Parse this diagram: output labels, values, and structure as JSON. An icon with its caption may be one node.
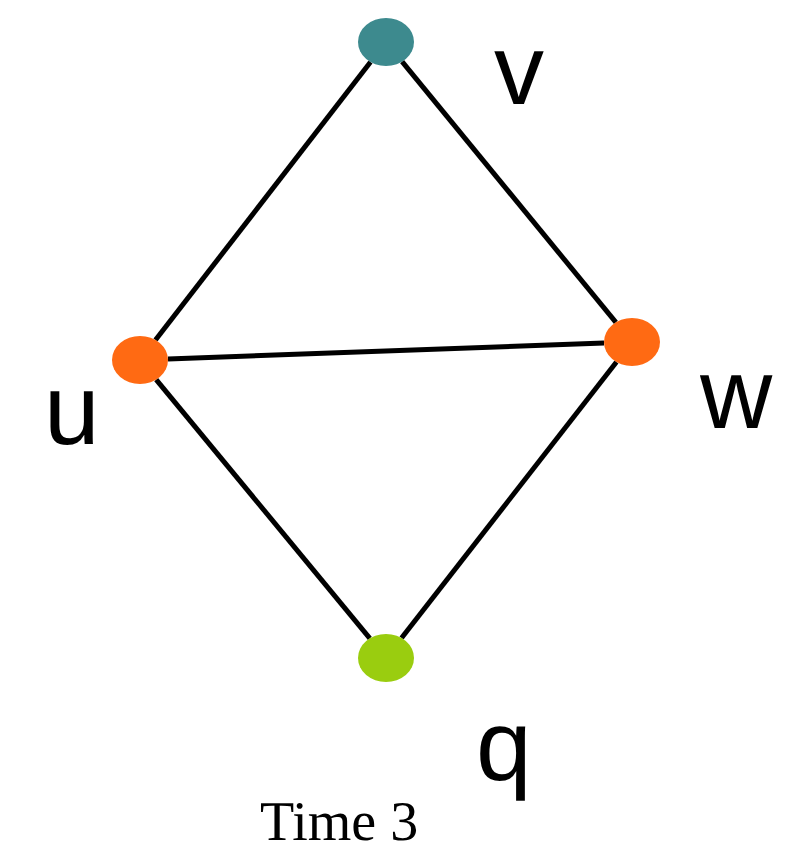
{
  "diagram": {
    "caption": "Time 3",
    "nodes": [
      {
        "text": [],
        "shape": "circle",
        "beside": [
          "v"
        ]
      },
      {
        "text": [],
        "shape": "circle",
        "beside": [
          "u"
        ]
      },
      {
        "text": [],
        "shape": "circle",
        "beside": [
          "w"
        ]
      },
      {
        "text": [],
        "shape": "circle",
        "beside": [
          "q"
        ]
      }
    ],
    "edges": [
      {
        "from": 0,
        "to": 1,
        "arrow": "none"
      },
      {
        "from": 0,
        "to": 2,
        "arrow": "none"
      },
      {
        "from": 1,
        "to": 2,
        "arrow": "none"
      },
      {
        "from": 1,
        "to": 3,
        "arrow": "none"
      },
      {
        "from": 2,
        "to": 3,
        "arrow": "none"
      }
    ]
  }
}
